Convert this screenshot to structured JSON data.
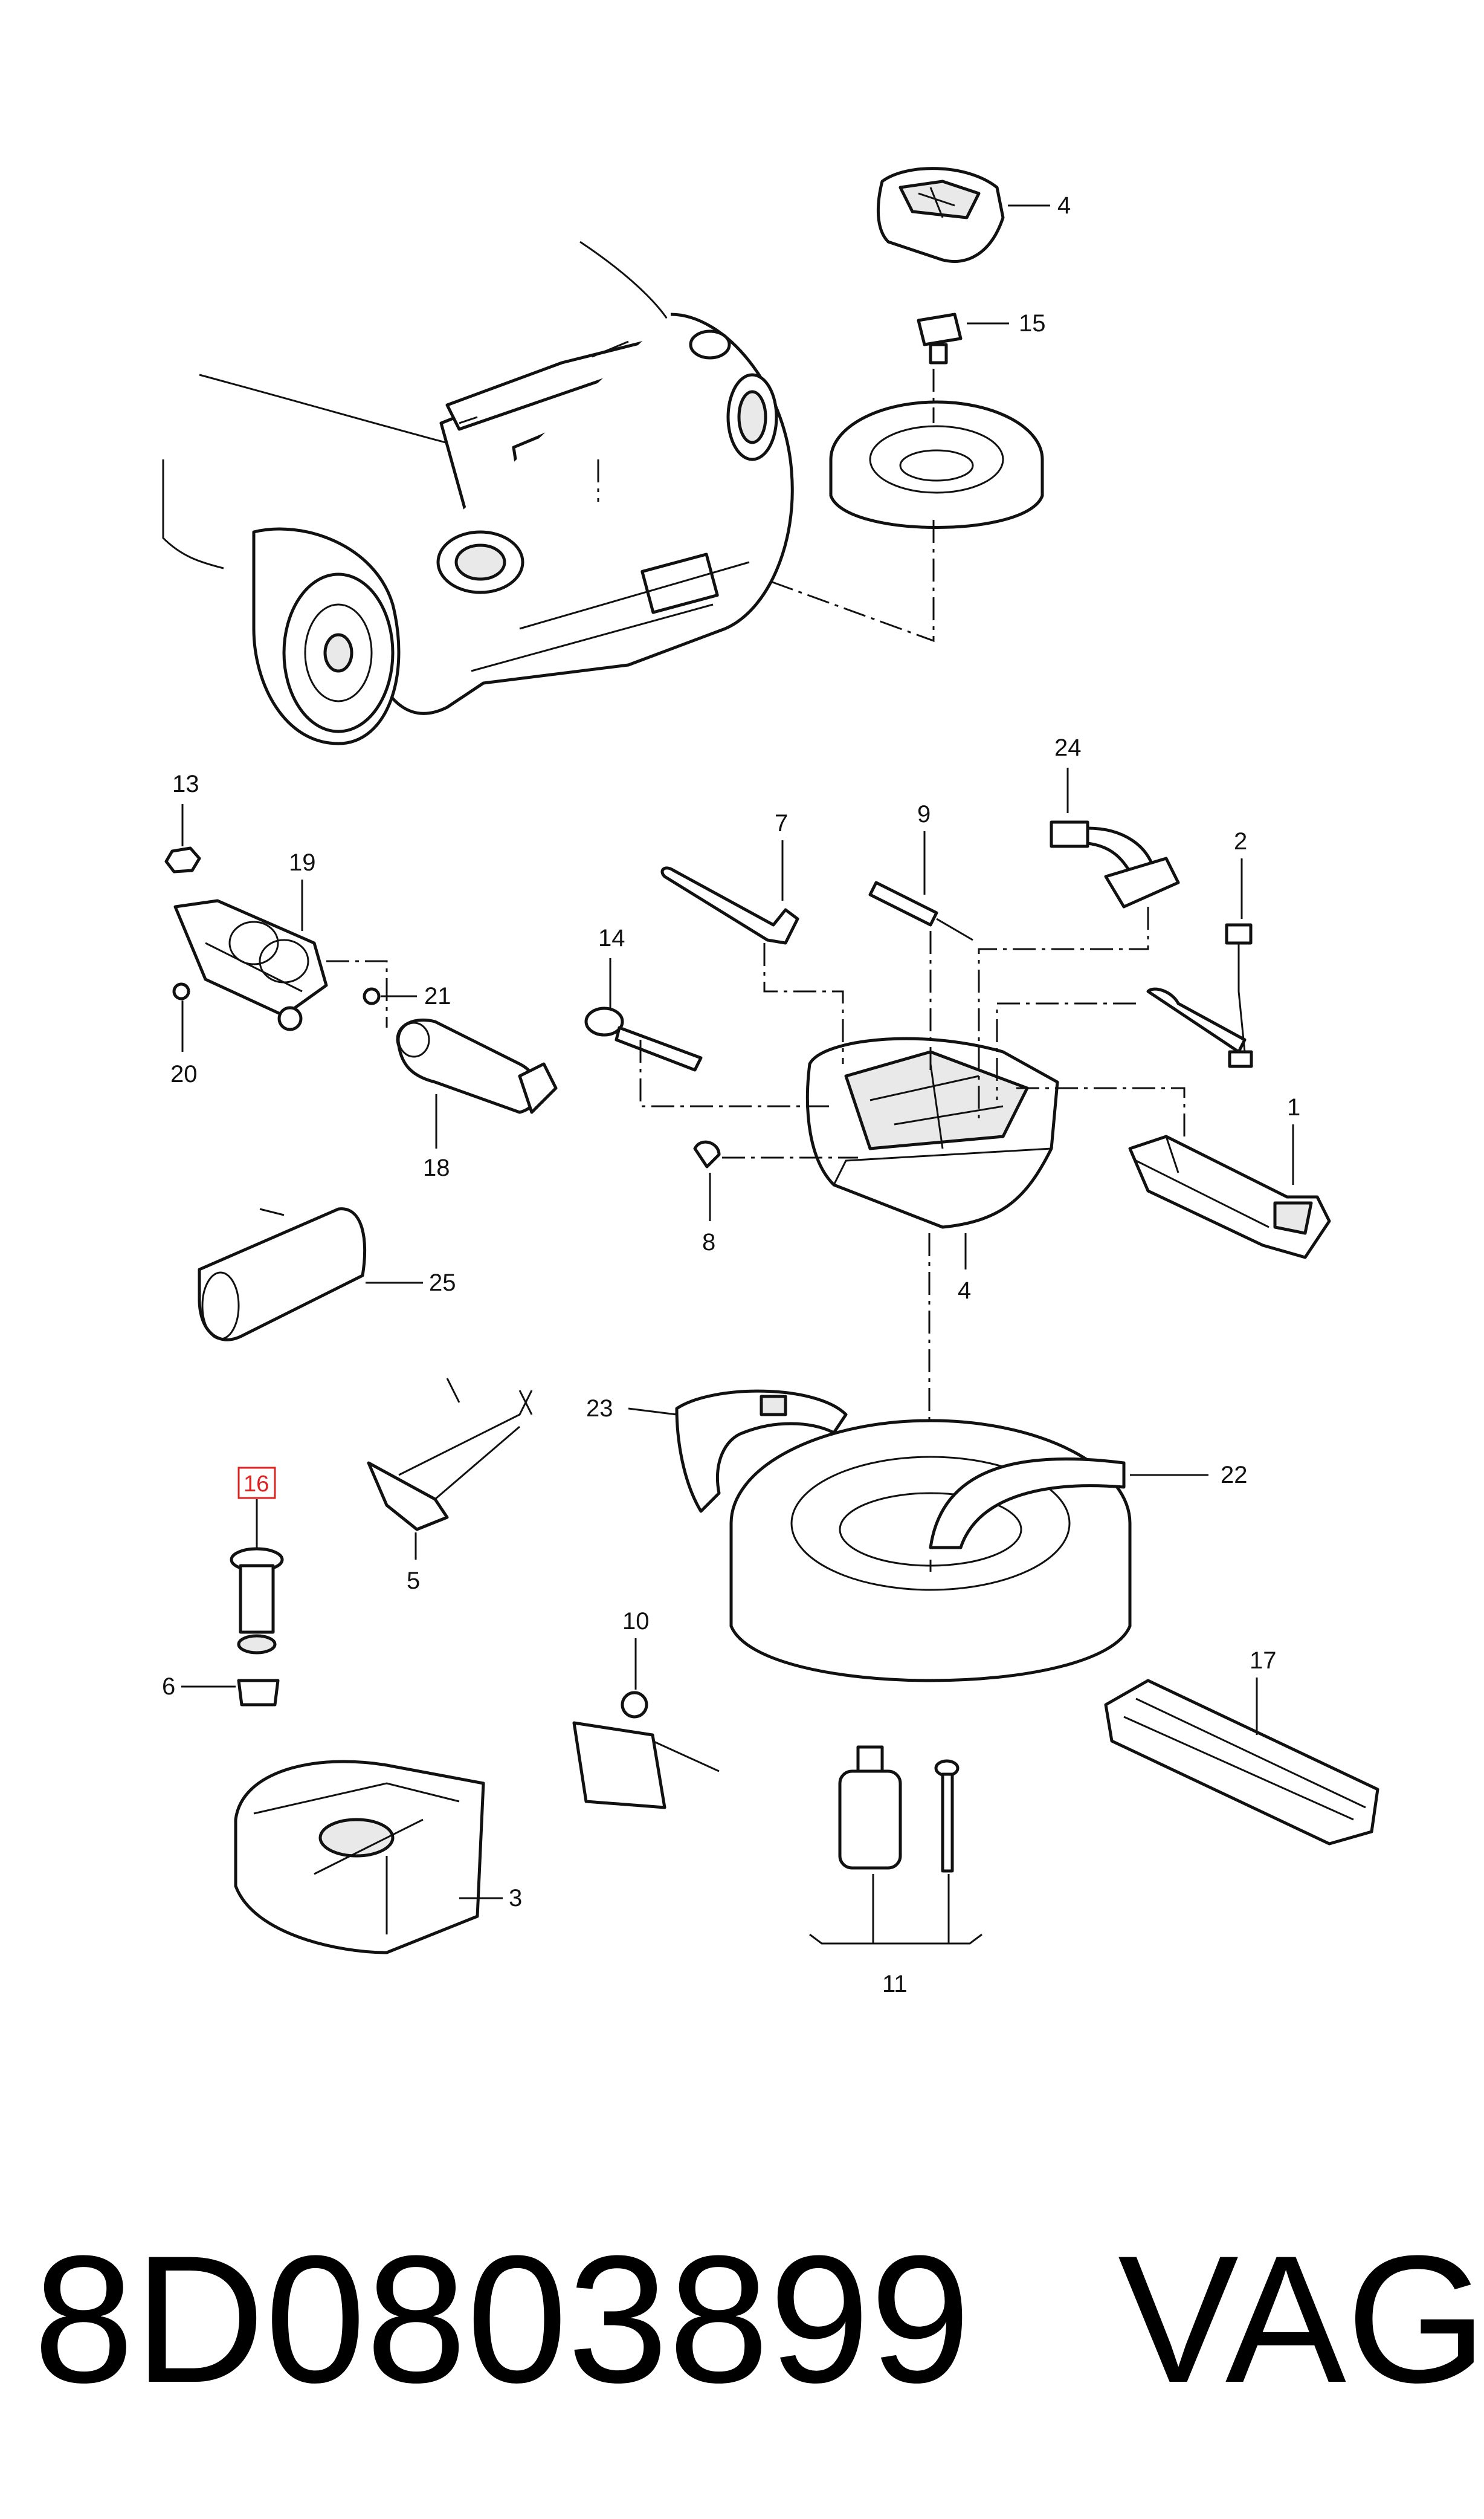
{
  "callouts": {
    "c1": "1",
    "c2": "2",
    "c3": "3",
    "c4a": "4",
    "c4b": "4",
    "c5": "5",
    "c6": "6",
    "c7": "7",
    "c8": "8",
    "c9": "9",
    "c10": "10",
    "c11": "11",
    "c13": "13",
    "c14": "14",
    "c15": "15",
    "c16": "16",
    "c17": "17",
    "c18": "18",
    "c19": "19",
    "c20": "20",
    "c21": "21",
    "c22": "22",
    "c23": "23",
    "c24": "24",
    "c25": "25"
  },
  "footer": {
    "part_number": "8D0803899",
    "brand": "VAG"
  },
  "colors": {
    "line": "#111111",
    "highlight": "#dd2222",
    "background": "#ffffff"
  }
}
